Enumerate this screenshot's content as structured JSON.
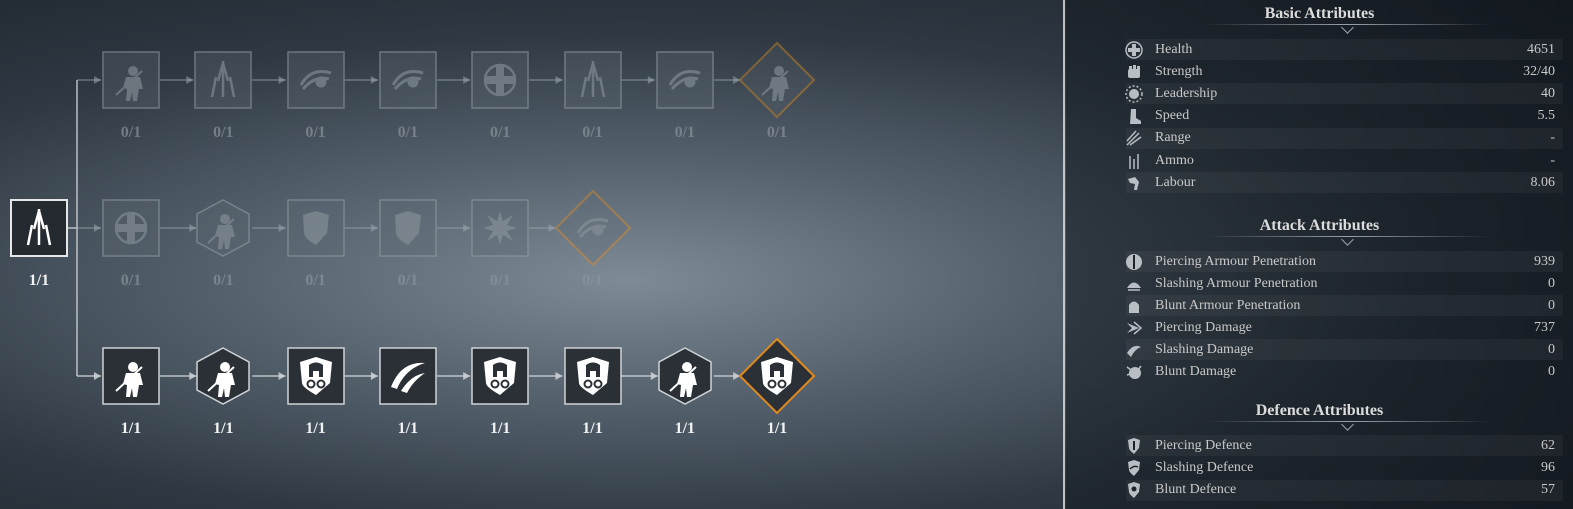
{
  "tree": {
    "root": {
      "count": "1/1",
      "icon": "spear-tip-icon",
      "state": "active"
    },
    "rows": [
      {
        "state": "locked",
        "nodes": [
          {
            "icon": "soldier-spear-icon",
            "shape": "square",
            "count": "0/1"
          },
          {
            "icon": "spear-tip-icon",
            "shape": "square",
            "count": "0/1"
          },
          {
            "icon": "swirl-eye-icon",
            "shape": "square",
            "count": "0/1"
          },
          {
            "icon": "swirl-eye-icon",
            "shape": "square",
            "count": "0/1"
          },
          {
            "icon": "medical-cross-icon",
            "shape": "square",
            "count": "0/1"
          },
          {
            "icon": "spear-tip-icon",
            "shape": "square",
            "count": "0/1"
          },
          {
            "icon": "swirl-eye-icon",
            "shape": "square",
            "count": "0/1"
          },
          {
            "icon": "soldier-spear-icon",
            "shape": "diamond",
            "count": "0/1"
          }
        ]
      },
      {
        "state": "locked",
        "nodes": [
          {
            "icon": "medical-cross-icon",
            "shape": "square",
            "count": "0/1"
          },
          {
            "icon": "soldier-spear-icon",
            "shape": "hexagon",
            "count": "0/1"
          },
          {
            "icon": "shield-icon",
            "shape": "square",
            "count": "0/1"
          },
          {
            "icon": "shield-icon",
            "shape": "square",
            "count": "0/1"
          },
          {
            "icon": "burst-icon",
            "shape": "square",
            "count": "0/1"
          },
          {
            "icon": "swirl-eye-icon",
            "shape": "diamond",
            "count": "0/1"
          }
        ]
      },
      {
        "state": "active",
        "nodes": [
          {
            "icon": "soldier-spear-icon",
            "shape": "square",
            "count": "1/1"
          },
          {
            "icon": "soldier-spear-icon",
            "shape": "hexagon",
            "count": "1/1"
          },
          {
            "icon": "spartan-shield-icon",
            "shape": "square",
            "count": "1/1"
          },
          {
            "icon": "crescent-slash-icon",
            "shape": "square",
            "count": "1/1"
          },
          {
            "icon": "spartan-shield-icon",
            "shape": "square",
            "count": "1/1"
          },
          {
            "icon": "spartan-shield-icon",
            "shape": "square",
            "count": "1/1"
          },
          {
            "icon": "soldier-spear-icon",
            "shape": "hexagon",
            "count": "1/1"
          },
          {
            "icon": "spartan-shield-icon",
            "shape": "diamond",
            "count": "1/1"
          }
        ]
      }
    ]
  },
  "colors": {
    "accent_orange": "#e08a1e",
    "node_fill_active": "#2b3036",
    "node_fill_locked": "#5b6670",
    "icon_active": "#ffffff",
    "icon_locked": "#8a949d"
  },
  "sections": [
    {
      "title": "Basic Attributes",
      "rows": [
        {
          "icon": "health-cross-icon",
          "name": "Health",
          "value": "4651"
        },
        {
          "icon": "fist-icon",
          "name": "Strength",
          "value": "32/40"
        },
        {
          "icon": "gear-sun-icon",
          "name": "Leadership",
          "value": "40"
        },
        {
          "icon": "boot-icon",
          "name": "Speed",
          "value": "5.5"
        },
        {
          "icon": "range-lines-icon",
          "name": "Range",
          "value": "-"
        },
        {
          "icon": "arrows-icon",
          "name": "Ammo",
          "value": "-"
        },
        {
          "icon": "labour-icon",
          "name": "Labour",
          "value": "8.06"
        }
      ]
    },
    {
      "title": "Attack Attributes",
      "rows": [
        {
          "icon": "piercing-penetration-icon",
          "name": "Piercing Armour Penetration",
          "value": "939"
        },
        {
          "icon": "slashing-penetration-icon",
          "name": "Slashing Armour Penetration",
          "value": "0"
        },
        {
          "icon": "blunt-penetration-icon",
          "name": "Blunt Armour Penetration",
          "value": "0"
        },
        {
          "icon": "piercing-damage-icon",
          "name": "Piercing Damage",
          "value": "737"
        },
        {
          "icon": "slashing-damage-icon",
          "name": "Slashing Damage",
          "value": "0"
        },
        {
          "icon": "blunt-damage-icon",
          "name": "Blunt Damage",
          "value": "0"
        }
      ]
    },
    {
      "title": "Defence Attributes",
      "rows": [
        {
          "icon": "piercing-defence-icon",
          "name": "Piercing Defence",
          "value": "62"
        },
        {
          "icon": "slashing-defence-icon",
          "name": "Slashing Defence",
          "value": "96"
        },
        {
          "icon": "blunt-defence-icon",
          "name": "Blunt Defence",
          "value": "57"
        }
      ]
    }
  ]
}
